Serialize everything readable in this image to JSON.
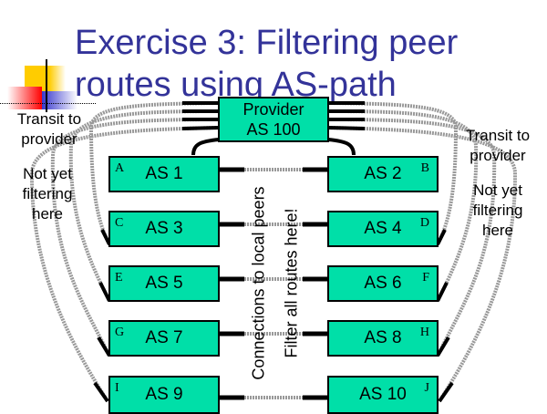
{
  "title": {
    "line1": "Exercise 3: Filtering peer",
    "line2": "routes using AS-path"
  },
  "provider": {
    "line1": "Provider",
    "line2": "AS 100"
  },
  "left_label": {
    "transit1": "Transit to",
    "transit2": "provider",
    "notyet1": "Not yet",
    "notyet2": "filtering",
    "notyet3": "here"
  },
  "right_label": {
    "transit1": "Transit to",
    "transit2": "provider",
    "notyet1": "Not yet",
    "notyet2": "filtering",
    "notyet3": "here"
  },
  "center": {
    "peers": "Connections to local peers",
    "filter": "Filter all routes here!"
  },
  "left_boxes": [
    {
      "letter": "A",
      "name": "AS 1"
    },
    {
      "letter": "C",
      "name": "AS 3"
    },
    {
      "letter": "E",
      "name": "AS 5"
    },
    {
      "letter": "G",
      "name": "AS 7"
    },
    {
      "letter": "I",
      "name": "AS 9"
    }
  ],
  "right_boxes": [
    {
      "letter": "B",
      "name": "AS 2"
    },
    {
      "letter": "D",
      "name": "AS 4"
    },
    {
      "letter": "F",
      "name": "AS 6"
    },
    {
      "letter": "H",
      "name": "AS 8"
    },
    {
      "letter": "J",
      "name": "AS 10"
    }
  ],
  "colors": {
    "title": "#333399",
    "box": "#00dfa8"
  }
}
